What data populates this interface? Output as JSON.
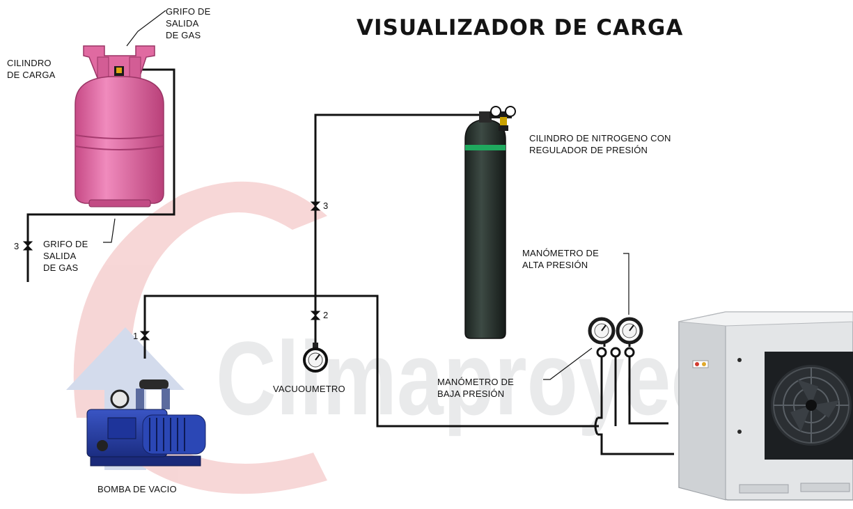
{
  "title": "VISUALIZADOR DE CARGA",
  "watermark": "Climaproyectos",
  "labels": {
    "grifo_top": "GRIFO DE\nSALIDA\nDE GAS",
    "cilindro_carga": "CILINDRO\nDE CARGA",
    "grifo_bottom": "GRIFO DE\nSALIDA\nDE GAS",
    "nitrogeno": "CILINDRO DE NITROGENO CON\nREGULADOR DE PRESIÓN",
    "manometro_alta": "MANÓMETRO DE\nALTA PRESIÓN",
    "manometro_baja": "MANÓMETRO DE\nBAJA PRESIÓN",
    "vacuometro": "VACUOUMETRO",
    "bomba": "BOMBA DE VACIO"
  },
  "valves": {
    "v1": "1",
    "v2": "2",
    "v3_center": "3",
    "v3_left": "3"
  },
  "colors": {
    "cylinder_pink": "#e0679f",
    "nitrogen_dark": "#25302b",
    "nitrogen_band": "#19a35a",
    "pump_blue": "#2740a8",
    "line": "#111111",
    "watermark_red": "#d94a4a",
    "watermark_blue": "#3c5fae"
  }
}
